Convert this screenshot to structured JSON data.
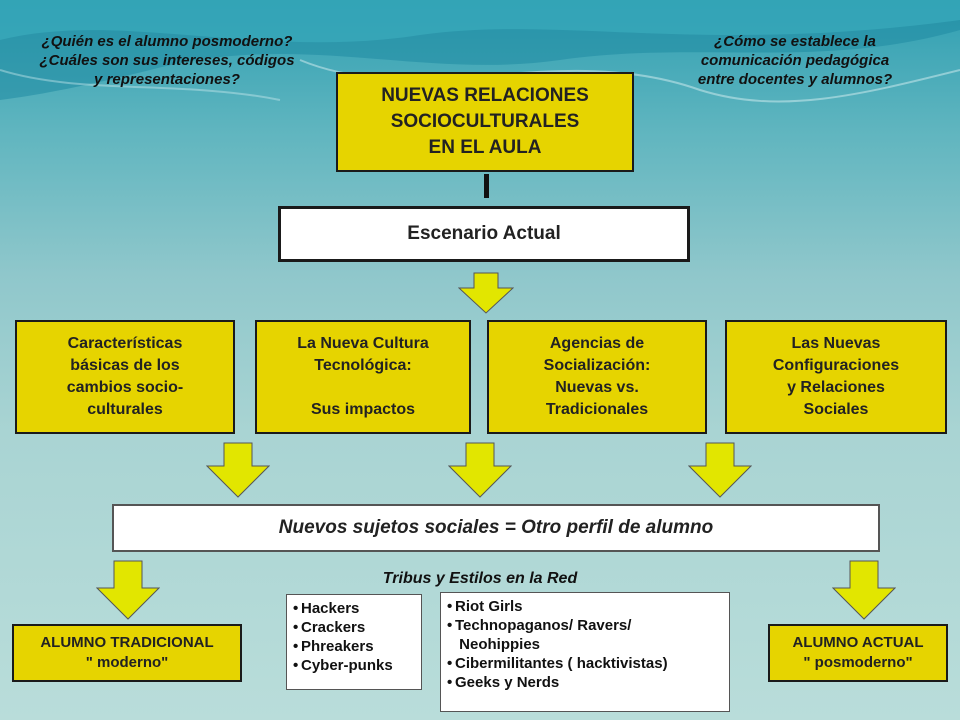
{
  "questions": {
    "left": "¿Quién es el alumno posmoderno?\n¿Cuáles son sus intereses, códigos\ny representaciones?",
    "right": "¿Cómo se establece la\ncomunicación pedagógica\nentre docentes  y alumnos?"
  },
  "main_title": "NUEVAS RELACIONES\nSOCIOCULTURALES\nEN EL AULA",
  "escenario": "Escenario Actual",
  "categories": [
    "Características\nbásicas de los\ncambios socio-\nculturales",
    "La Nueva Cultura\nTecnológica:\n\nSus impactos",
    "Agencias de\nSocialización:\nNuevas vs.\nTradicionales",
    "Las Nuevas\nConfiguraciones\ny Relaciones\nSociales"
  ],
  "nuevos_sujetos": "Nuevos sujetos sociales =  Otro perfil de alumno",
  "tribus_title": "Tribus y Estilos en la Red",
  "list1": [
    "Hackers",
    "Crackers",
    "Phreakers",
    "Cyber-punks"
  ],
  "list2": [
    "Riot Girls",
    "Technopaganos/ Ravers/",
    " Neohippies",
    "Cibermilitantes ( hacktivistas)",
    "Geeks y Nerds"
  ],
  "alumno_tradicional": "ALUMNO TRADICIONAL\n\" moderno\"",
  "alumno_actual": "ALUMNO ACTUAL\n\" posmoderno\"",
  "colors": {
    "box_yellow": "#e6d400",
    "arrow_yellow": "#e2e600",
    "background_top": "#2f9fb2",
    "background_bottom": "#b9ddda"
  }
}
